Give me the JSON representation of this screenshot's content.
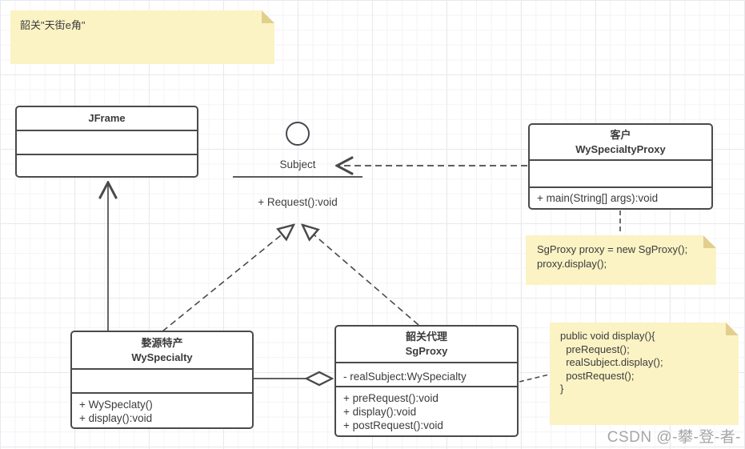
{
  "colors": {
    "stroke": "#4a4a4a",
    "note_bg": "#fbf3c4",
    "note_fold": "#e2cf8e",
    "grid_minor": "#f4f4f7",
    "grid_major": "#e9e9ee",
    "watermark": "#a6a6a6"
  },
  "notes": {
    "top_left": {
      "text": "韶关\"天街e角\""
    },
    "client_code": {
      "lines": [
        "SgProxy proxy = new SgProxy();",
        "proxy.display();"
      ]
    },
    "display_code": {
      "lines": [
        "public void display(){",
        "  preRequest();",
        "  realSubject.display();",
        "  postRequest();",
        "}"
      ]
    }
  },
  "interface_subject": {
    "name": "Subject",
    "method": "+ Request():void"
  },
  "classes": {
    "jframe": {
      "title": "JFrame"
    },
    "client": {
      "title_cn": "客户",
      "title_en": "WySpecialtyProxy",
      "methods": [
        "+ main(String[] args):void"
      ]
    },
    "wyspecialty": {
      "title_cn": "婺源特产",
      "title_en": "WySpecialty",
      "methods": [
        "+ WySpeclaty()",
        "+ display():void"
      ]
    },
    "sgproxy": {
      "title_cn": "韶关代理",
      "title_en": "SgProxy",
      "attributes": [
        "- realSubject:WySpecialty"
      ],
      "methods": [
        "+ preRequest():void",
        "+ display():void",
        "+ postRequest():void"
      ]
    }
  },
  "watermark": "CSDN @-攀-登-者-"
}
